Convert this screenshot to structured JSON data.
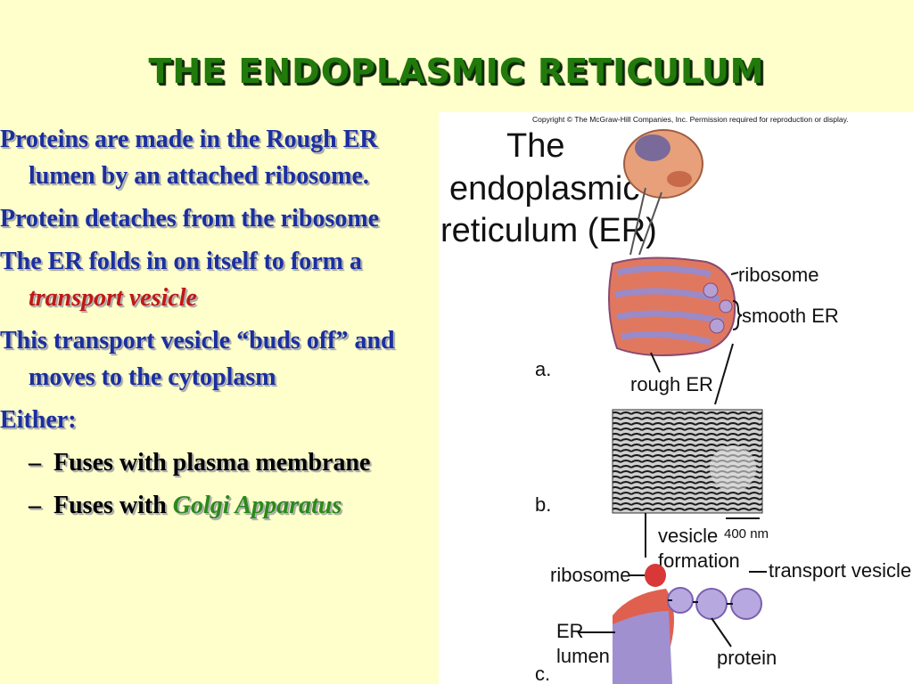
{
  "slide": {
    "title": "The Endoplasmic Reticulum",
    "bullets": [
      {
        "text": "Proteins are made in the Rough ER lumen by an attached ribosome."
      },
      {
        "text": "Protein detaches from the ribosome"
      },
      {
        "text_before": "The ER folds in on itself to form a ",
        "emphasis": "transport vesicle"
      },
      {
        "text": "This transport vesicle “buds off” and moves to the cytoplasm"
      },
      {
        "text": "Either:"
      }
    ],
    "sub_bullets": [
      {
        "dash": "–",
        "text": "Fuses with plasma membrane"
      },
      {
        "dash": "–",
        "text_before": "Fuses with ",
        "emphasis": "Golgi Apparatus"
      }
    ]
  },
  "figure": {
    "copyright": "Copyright © The McGraw-Hill Companies, Inc. Permission required for reproduction or display.",
    "heading_line1": "The",
    "heading_line2": "endoplasmic",
    "heading_line3": "reticulum (ER)",
    "label_ribosome_top": "ribosome",
    "label_smooth_er": "smooth ER",
    "label_rough_er": "rough ER",
    "panel_a": "a.",
    "panel_b": "b.",
    "panel_c": "c.",
    "scale_bar": "400 nm",
    "label_vesicle_line1": "vesicle",
    "label_vesicle_line2": "formation",
    "label_ribosome_bottom": "ribosome",
    "label_transport_vesicle": "transport vesicle",
    "label_er_line1": "ER",
    "label_er_line2": "lumen",
    "label_protein": "protein"
  },
  "colors": {
    "title_green": "#227a0c",
    "bullet_blue": "#1a2fa0",
    "emphasis_red": "#c01818",
    "emphasis_green": "#2a8a1a",
    "background": "#ffffcc"
  }
}
